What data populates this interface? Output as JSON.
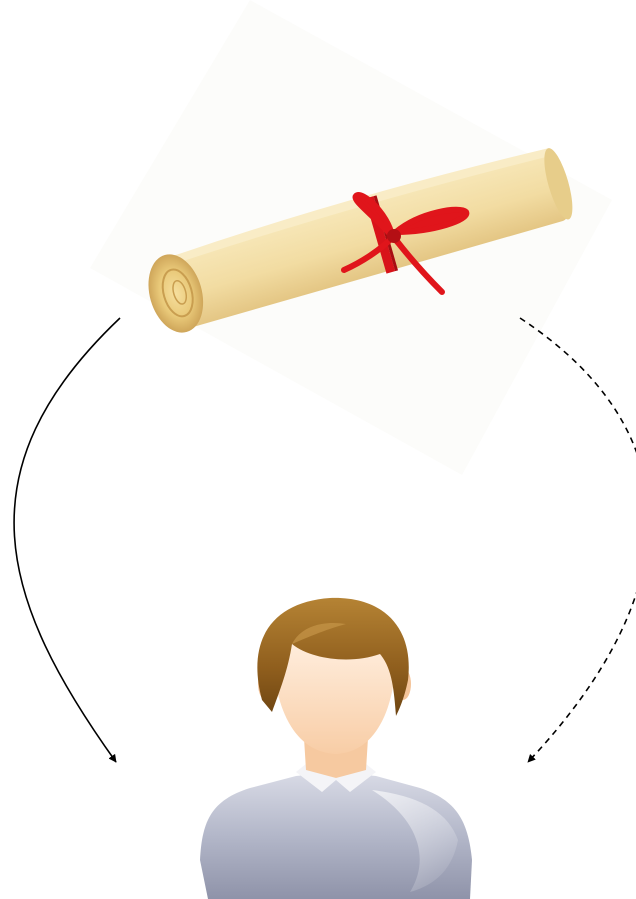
{
  "diagram": {
    "nodes": [
      {
        "id": "scroll",
        "icon": "diploma-scroll-icon"
      },
      {
        "id": "person",
        "icon": "user-avatar-icon"
      }
    ],
    "edges": [
      {
        "from": "scroll",
        "to": "person",
        "style": "solid"
      },
      {
        "from": "scroll",
        "to": "person",
        "style": "dashed"
      }
    ],
    "colors": {
      "paper": "#f3dfa6",
      "ribbon": "#e0151b",
      "hair": "#9a6a22",
      "skin": "#ffe0c4",
      "shirt": "#b8bccd",
      "arrow": "#000000"
    }
  }
}
